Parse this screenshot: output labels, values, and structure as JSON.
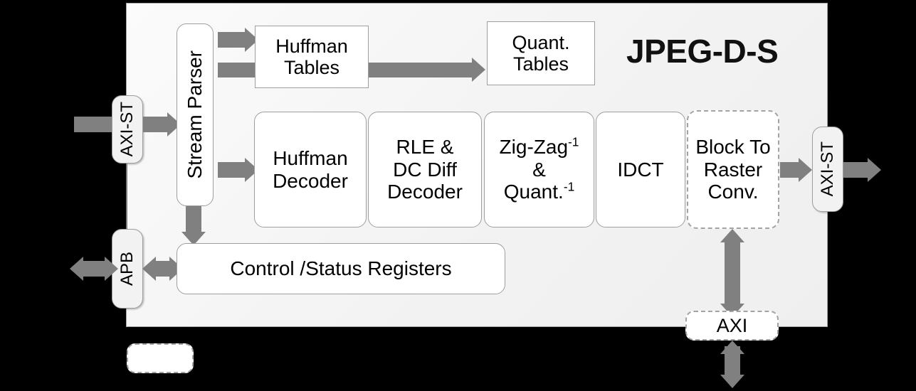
{
  "diagram": {
    "title": "JPEG-D-S",
    "panel_label": "jpeg-decoder-core-panel",
    "interfaces": {
      "input_stream": "AXI-ST",
      "control_bus": "APB",
      "output_stream": "AXI-ST",
      "memory_bus": "AXI"
    },
    "blocks": {
      "stream_parser": "Stream Parser",
      "huffman_tables_l1": "Huffman",
      "huffman_tables_l2": "Tables",
      "quant_tables_l1": "Quant.",
      "quant_tables_l2": "Tables",
      "huffman_decoder_l1": "Huffman",
      "huffman_decoder_l2": "Decoder",
      "rle_l1": "RLE  &",
      "rle_l2": "DC Diff",
      "rle_l3": "Decoder",
      "zigzag_l1_a": "Zig-Zag",
      "zigzag_l1_sup": "-1",
      "zigzag_l2": "&",
      "zigzag_l3_a": "Quant.",
      "zigzag_l3_sup": "-1",
      "idct": "IDCT",
      "block_raster_l1": "Block To",
      "block_raster_l2": "Raster",
      "block_raster_l3": "Conv.",
      "control_status_registers": "Control /Status Registers",
      "legend_optional_block": ""
    },
    "colors": {
      "background": "#000000",
      "panel_fill": "#f4f4f4",
      "panel_border": "#a6a6a6",
      "box_fill": "#ffffff",
      "box_border": "#9e9e9e",
      "interface_fill": "#f2f2f2",
      "arrow": "#808080",
      "text": "#000000",
      "dashed_border": "#a3a3a3"
    }
  }
}
